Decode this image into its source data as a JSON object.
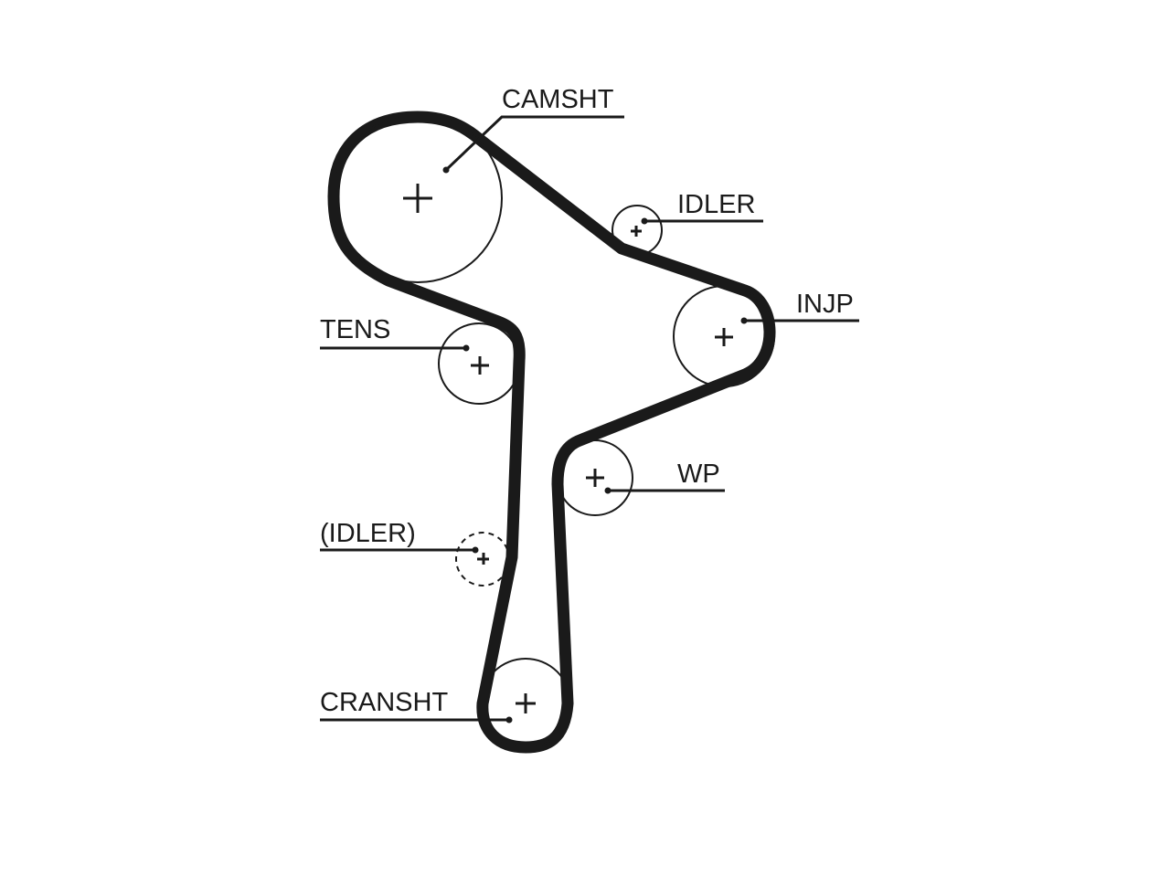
{
  "diagram": {
    "labels": {
      "camshaft": "CAMSHT",
      "idler_top": "IDLER",
      "injection_pump": "INJP",
      "tensioner": "TENS",
      "water_pump": "WP",
      "idler_optional": "(IDLER)",
      "crankshaft": "CRANSHT"
    },
    "colors": {
      "line": "#1a1a1a",
      "background": "#ffffff"
    }
  }
}
